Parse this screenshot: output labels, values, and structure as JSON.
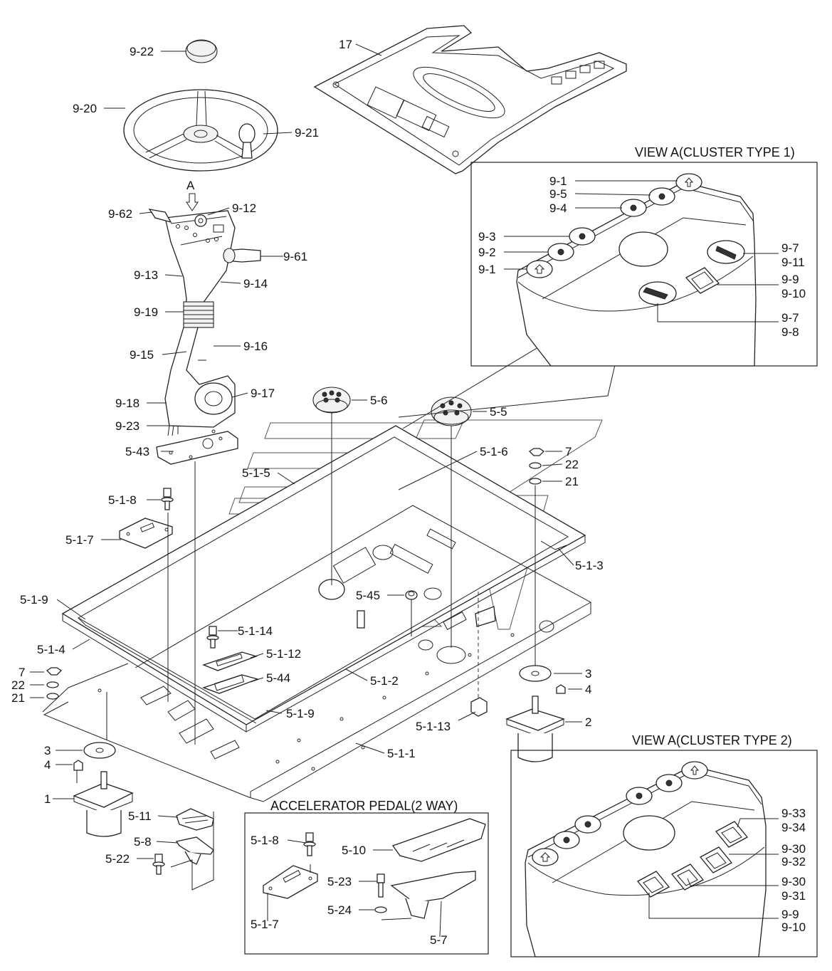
{
  "views": {
    "cluster1_title": "VIEW A(CLUSTER TYPE 1)",
    "cluster2_title": "VIEW A(CLUSTER TYPE 2)",
    "pedal_title": "ACCELERATOR PEDAL(2 WAY)",
    "view_arrow": "A"
  },
  "labels": {
    "l17": "17",
    "l9_22": "9-22",
    "l9_20": "9-20",
    "l9_21": "9-21",
    "l9_62": "9-62",
    "l9_12": "9-12",
    "l9_61": "9-61",
    "l9_13": "9-13",
    "l9_14": "9-14",
    "l9_19": "9-19",
    "l9_15": "9-15",
    "l9_16": "9-16",
    "l9_18": "9-18",
    "l9_17": "9-17",
    "l9_23": "9-23",
    "l5_43": "5-43",
    "l5_6": "5-6",
    "l5_5": "5-5",
    "l5_1_6": "5-1-6",
    "l7a": "7",
    "l22a": "22",
    "l21a": "21",
    "l5_1_5": "5-1-5",
    "l5_1_8": "5-1-8",
    "l5_1_7": "5-1-7",
    "l5_1_3": "5-1-3",
    "l5_1_9a": "5-1-9",
    "l5_45": "5-45",
    "l5_1_14": "5-1-14",
    "l5_1_4": "5-1-4",
    "l5_1_12": "5-1-12",
    "l5_44": "5-44",
    "l7b": "7",
    "l22b": "22",
    "l21b": "21",
    "l5_1_2": "5-1-2",
    "l3a": "3",
    "l4a": "4",
    "l5_1_9b": "5-1-9",
    "l5_1_13": "5-1-13",
    "l2": "2",
    "l5_1_1": "5-1-1",
    "l3b": "3",
    "l4b": "4",
    "l1": "1",
    "l5_11": "5-11",
    "l5_8": "5-8",
    "l5_22": "5-22",
    "c1_9_1a": "9-1",
    "c1_9_5": "9-5",
    "c1_9_4": "9-4",
    "c1_9_3": "9-3",
    "c1_9_2": "9-2",
    "c1_9_1b": "9-1",
    "c1_9_7a": "9-7",
    "c1_9_11": "9-11",
    "c1_9_9": "9-9",
    "c1_9_10": "9-10",
    "c1_9_7b": "9-7",
    "c1_9_8": "9-8",
    "c2_9_33": "9-33",
    "c2_9_34": "9-34",
    "c2_9_30a": "9-30",
    "c2_9_32": "9-32",
    "c2_9_30b": "9-30",
    "c2_9_31": "9-31",
    "c2_9_9": "9-9",
    "c2_9_10": "9-10",
    "p_5_1_8": "5-1-8",
    "p_5_10": "5-10",
    "p_5_23": "5-23",
    "p_5_24": "5-24",
    "p_5_1_7": "5-1-7",
    "p_5_7": "5-7"
  }
}
